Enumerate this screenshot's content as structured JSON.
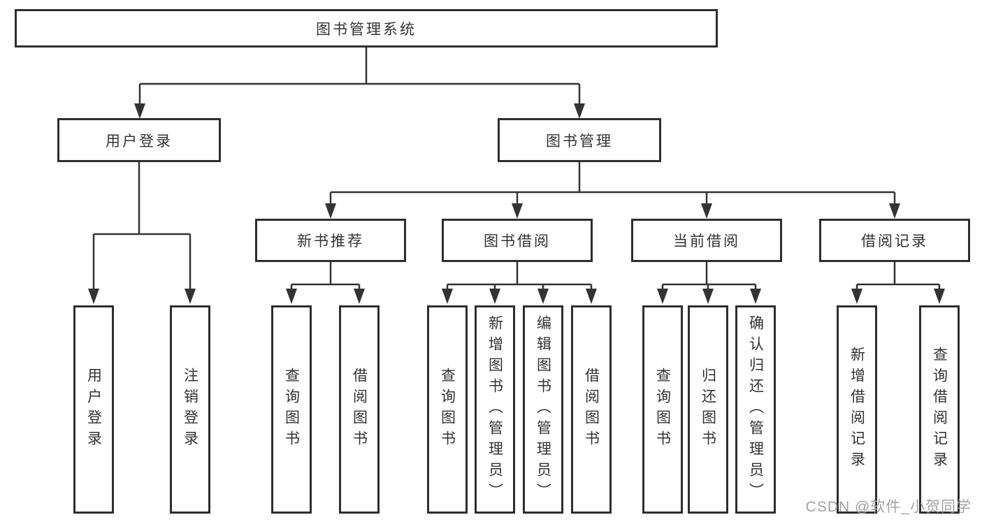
{
  "colors": {
    "line": "#333333",
    "border": "#2e2e2e",
    "text": "#333333",
    "watermark_text": "#a3a3a3",
    "background": "#ffffff"
  },
  "tree": {
    "root": {
      "label": "图书管理系统"
    },
    "branches": [
      {
        "label": "用户登录",
        "children": [
          {
            "label": "用户登录"
          },
          {
            "label": "注销登录"
          }
        ]
      },
      {
        "label": "图书管理",
        "children": [
          {
            "label": "新书推荐",
            "children": [
              {
                "label": "查询图书"
              },
              {
                "label": "借阅图书"
              }
            ]
          },
          {
            "label": "图书借阅",
            "children": [
              {
                "label": "查询图书"
              },
              {
                "label": "新增图书（管理员）"
              },
              {
                "label": "编辑图书（管理员）"
              },
              {
                "label": "借阅图书"
              }
            ]
          },
          {
            "label": "当前借阅",
            "children": [
              {
                "label": "查询图书"
              },
              {
                "label": "归还图书"
              },
              {
                "label": "确认归还（管理员）"
              }
            ]
          },
          {
            "label": "借阅记录",
            "children": [
              {
                "label": "新增借阅记录"
              },
              {
                "label": "查询借阅记录"
              }
            ]
          }
        ]
      }
    ]
  },
  "watermark": {
    "text": "CSDN @软件_小贺同学"
  }
}
